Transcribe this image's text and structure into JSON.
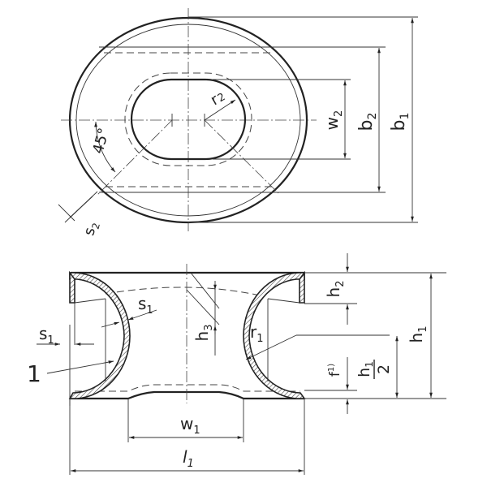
{
  "top_view": {
    "labels": {
      "b1": "b",
      "b1_sub": "1",
      "b2": "b",
      "b2_sub": "2",
      "w2": "w",
      "w2_sub": "2",
      "r2": "r",
      "r2_sub": "2",
      "angle": "45°",
      "s2": "s",
      "s2_sub": "2"
    }
  },
  "side_view": {
    "labels": {
      "s1_left": "s",
      "s1_left_sub": "1",
      "s1_inner": "s",
      "s1_inner_sub": "1",
      "item": "1",
      "h1": "h",
      "h1_sub": "1",
      "h2": "h",
      "h2_sub": "2",
      "h3": "h",
      "h3_sub": "3",
      "h1_half_num": "h",
      "h1_half_num_sub": "1",
      "h1_half_den": "2",
      "r1": "r",
      "r1_sub": "1",
      "f": "f",
      "f_sup": "1)",
      "w1": "w",
      "w1_sub": "1",
      "l1": "l",
      "l1_sub": "1"
    }
  }
}
